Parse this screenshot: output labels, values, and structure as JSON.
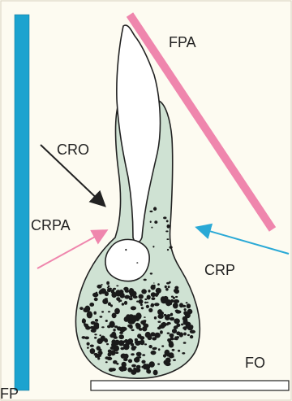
{
  "labels": {
    "fpa": "FPA",
    "cro": "CRO",
    "crpa": "CRPA",
    "crp": "CRP",
    "fo": "FO",
    "fp": "FP"
  },
  "colors": {
    "background": "#fdfbf1",
    "fp_bar": "#1ca3cf",
    "fpa_bar": "#ef86ad",
    "cro_arrow": "#222222",
    "crpa_arrow": "#ef86ad",
    "crp_arrow": "#2aa9d6",
    "bone_fill": "#cfe2d3",
    "tooth_fill": "#ffffff",
    "base_plate": "#ffffff"
  }
}
